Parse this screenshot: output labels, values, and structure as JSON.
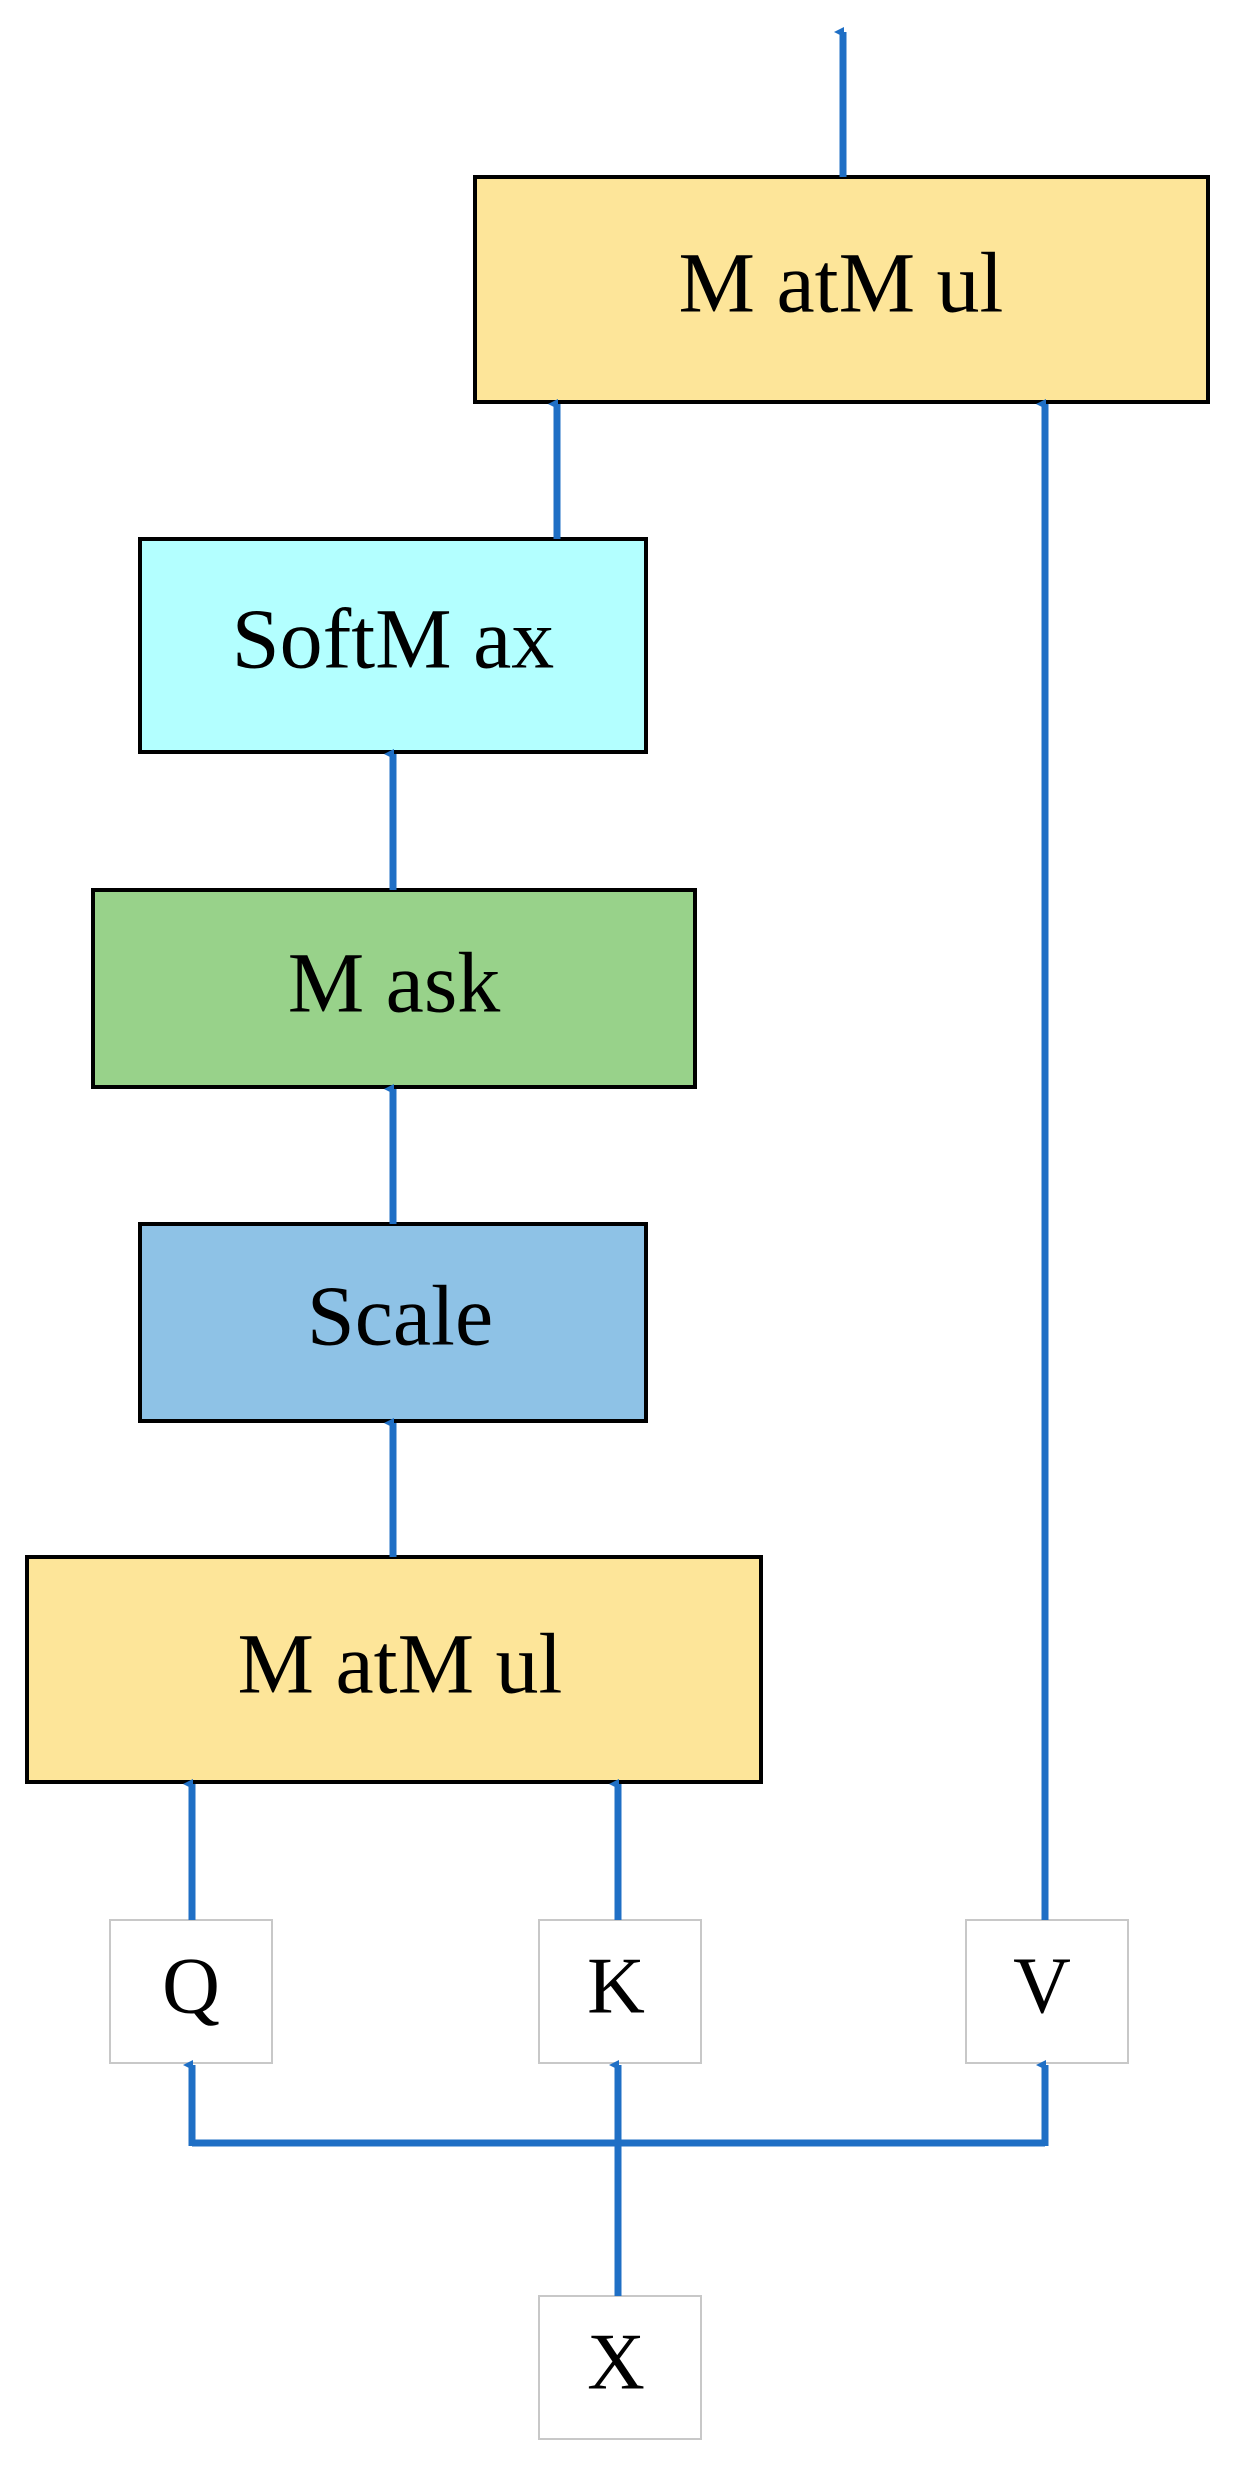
{
  "colors": {
    "arrow": "#1f6fc5",
    "matmul_fill": "#fde599",
    "softmax_fill": "#b3ffff",
    "mask_fill": "#98d28a",
    "scale_fill": "#8ec2e6",
    "io_border": "#c8c8c8",
    "block_border": "#000000"
  },
  "nodes": {
    "matmul_top": "M atM ul",
    "softmax": "SoftM ax",
    "mask": "M ask",
    "scale": "Scale",
    "matmul_bottom": "M atM ul"
  },
  "inputs": {
    "q": "Q",
    "k": "K",
    "v": "V",
    "x": "X"
  }
}
